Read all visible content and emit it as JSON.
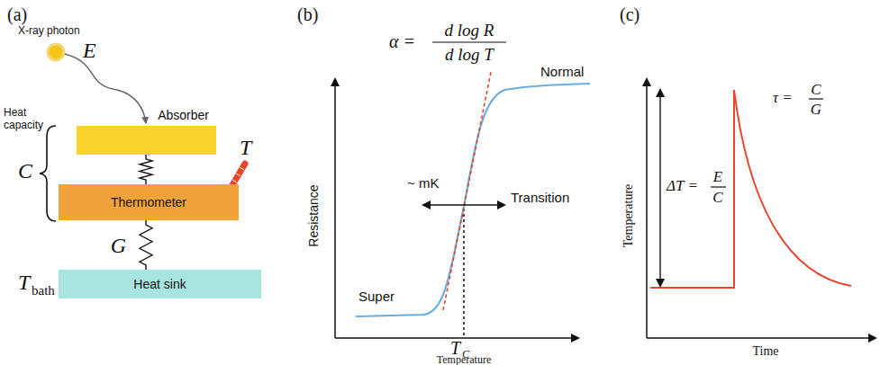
{
  "diagram": {
    "nodes": [
      {
        "text": [
          "Absorber"
        ]
      },
      {
        "text": [
          "Thermometer"
        ]
      },
      {
        "text": [
          "Heat sink"
        ]
      }
    ],
    "edges": [
      {
        "from": 0,
        "to": 1,
        "arrow": "none"
      },
      {
        "from": 1,
        "to": 2,
        "arrow": "none",
        "label": "G"
      }
    ],
    "labels": [
      "(a)",
      "X-ray photon",
      "E",
      "Heat capacity",
      "C",
      "T",
      "T",
      "bath",
      "(b)",
      "α =",
      "d log R",
      "d log T",
      "Normal",
      "~ mK",
      "Transition",
      "Resistance",
      "Super",
      "T",
      "C",
      "Temperature",
      "(c)",
      "Temperature",
      "ΔT =",
      "E",
      "C",
      "τ =",
      "C",
      "G",
      "Time"
    ]
  }
}
